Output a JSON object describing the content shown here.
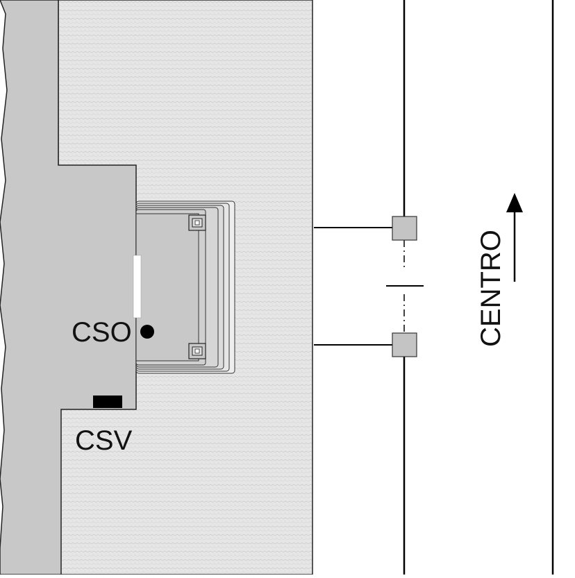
{
  "labels": {
    "cso": "CSO",
    "csv": "CSV",
    "direction": "CENTRO"
  },
  "colors": {
    "concrete": "#e4e4e4",
    "wall": "#c8c8c8",
    "line": "#000000",
    "equipment": "#c4c4c4",
    "background": "#ffffff"
  },
  "icons": {
    "arrow": "arrow-up-icon",
    "cso_marker": "filled-circle-icon",
    "csv_marker": "filled-rectangle-icon"
  }
}
